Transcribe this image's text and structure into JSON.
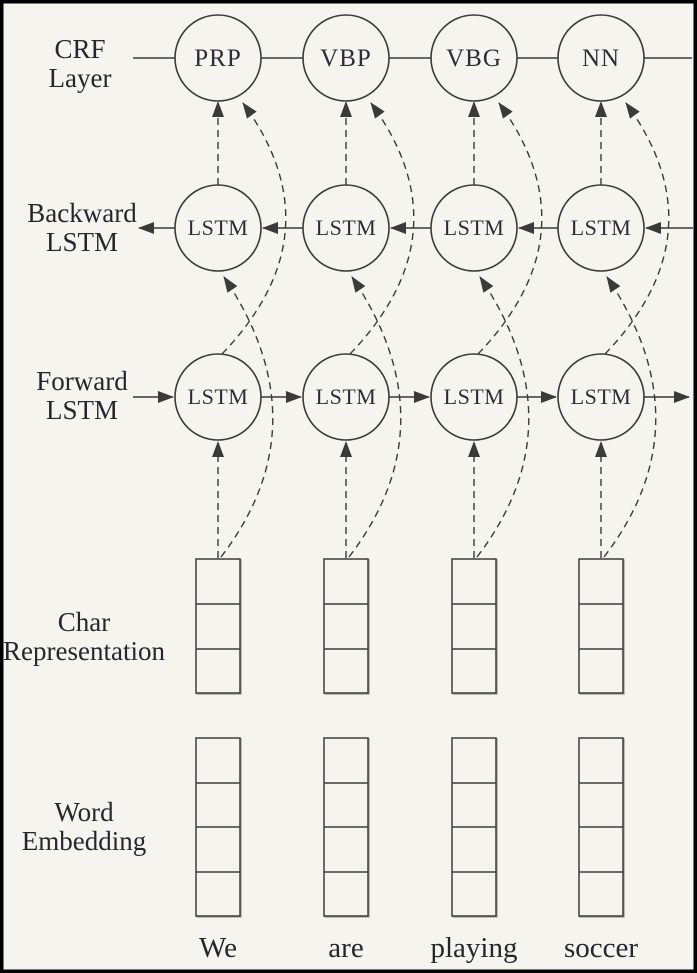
{
  "figure": {
    "title_semantic": "BiLSTM-CRF sequence tagging architecture diagram",
    "colors": {
      "background": "#f6f4ee",
      "border": "#000000",
      "line": "#3a3a3a",
      "text": "#26262e"
    },
    "layers": {
      "crf": {
        "label": [
          "CRF",
          "Layer"
        ],
        "tags": [
          "PRP",
          "VBP",
          "VBG",
          "NN"
        ]
      },
      "backward": {
        "label": [
          "Backward",
          "LSTM"
        ],
        "node": "LSTM"
      },
      "forward": {
        "label": [
          "Forward",
          "LSTM"
        ],
        "node": "LSTM"
      },
      "char": {
        "label": [
          "Char",
          "Representation"
        ],
        "cells_per_column": 3
      },
      "word": {
        "label": [
          "Word",
          "Embedding"
        ],
        "cells_per_column": 4
      }
    },
    "words": [
      "We",
      "are",
      "playing",
      "soccer"
    ]
  }
}
